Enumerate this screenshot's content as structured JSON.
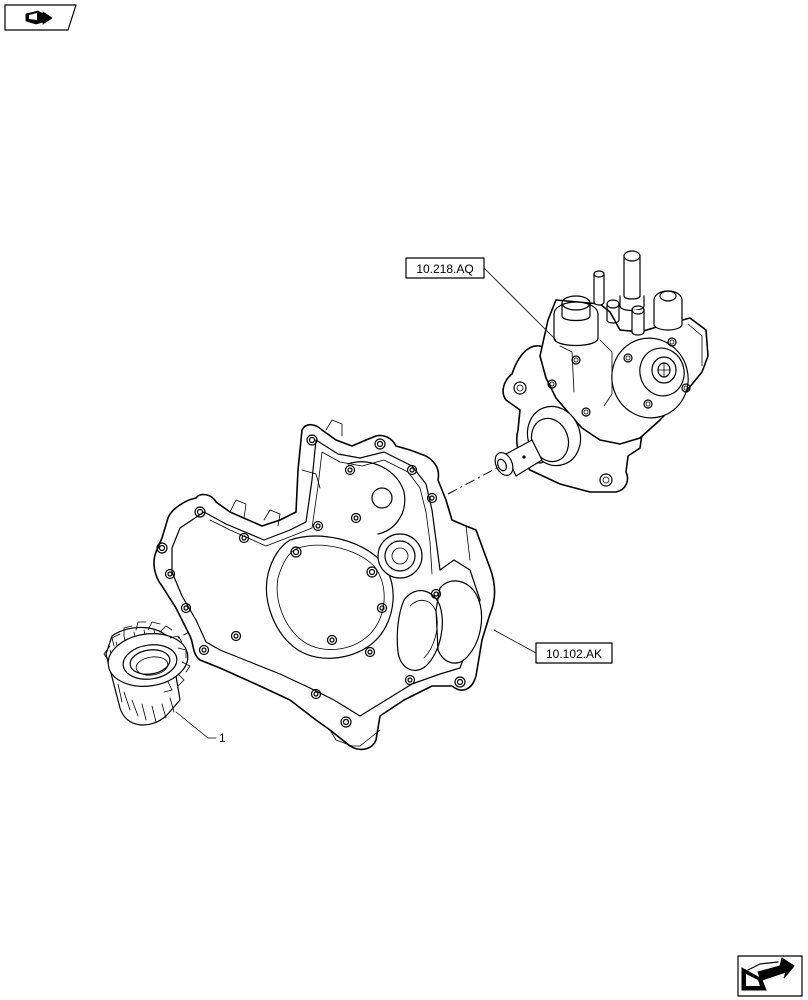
{
  "callouts": {
    "pump_ref": "10.218.AQ",
    "cover_ref": "10.102.AK",
    "gear_item": "1"
  },
  "icons": {
    "top_left": "page-flag-icon",
    "bottom_right": "next-page-arrow-icon"
  }
}
